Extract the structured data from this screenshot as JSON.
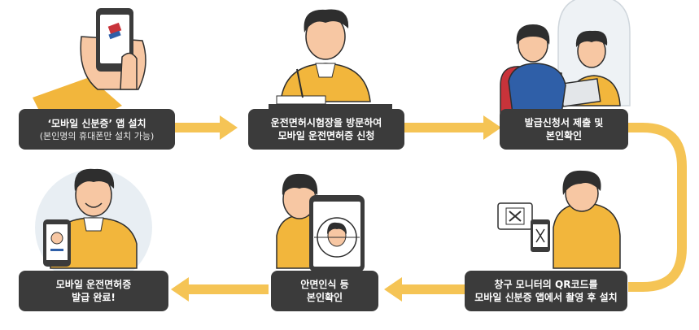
{
  "steps": [
    {
      "line1": "‘모바일 신분증’ 앱 설치",
      "line2": "(본인명의 휴대폰만 설치 가능)"
    },
    {
      "line1": "운전면허시험장을 방문하여",
      "line2": "모바일 운전면허증 신청"
    },
    {
      "line1": "발급신청서 제출 및",
      "line2": "본인확인"
    },
    {
      "line1": "창구 모니터의 QR코드를",
      "line2": "모바일 신분증 앱에서 촬영 후 설치"
    },
    {
      "line1": "안면인식 등",
      "line2": "본인확인"
    },
    {
      "line1": "모바일 운전면허증",
      "line2": "발급 완료!"
    }
  ],
  "colors": {
    "accent": "#f5c455",
    "label_bg": "#3b3b3b",
    "skin": "#f7c7a3",
    "hair": "#2e2e2e",
    "shirt": "#f2b63c",
    "circle": "#e8eef3"
  }
}
